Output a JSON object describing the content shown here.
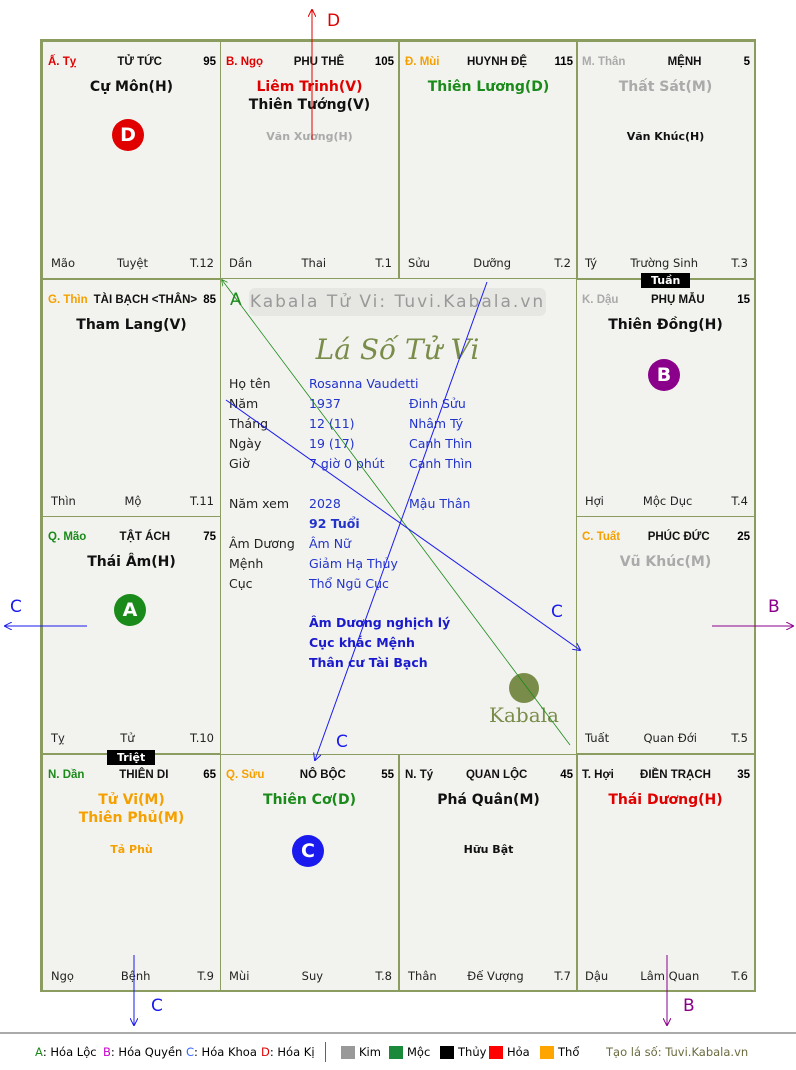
{
  "palaces": [
    {
      "can": "Ấ. Tỵ",
      "can_color": "#e00000",
      "name": "TỬ TỨC",
      "num": "95",
      "stars": [
        {
          "t": "Cự Môn(H)",
          "c": "#111"
        }
      ],
      "minor": "",
      "minor_color": "#111",
      "branch": "Mão",
      "stage": "Tuyệt",
      "month": "T.12"
    },
    {
      "can": "B. Ngọ",
      "can_color": "#e00000",
      "name": "PHU THÊ",
      "num": "105",
      "stars": [
        {
          "t": "Liêm Trinh(V)",
          "c": "#e00000"
        },
        {
          "t": "Thiên Tướng(V)",
          "c": "#111"
        }
      ],
      "minor": "Văn Xương(H)",
      "minor_color": "#aaa",
      "branch": "Dần",
      "stage": "Thai",
      "month": "T.1"
    },
    {
      "can": "Đ. Mùi",
      "can_color": "#f5a000",
      "name": "HUYNH ĐỆ",
      "num": "115",
      "stars": [
        {
          "t": "Thiên Lương(D)",
          "c": "#1a8a1a"
        }
      ],
      "minor": "",
      "minor_color": "#111",
      "branch": "Sửu",
      "stage": "Dưỡng",
      "month": "T.2"
    },
    {
      "can": "M. Thân",
      "can_color": "#aaa",
      "name": "MỆNH",
      "num": "5",
      "stars": [
        {
          "t": "Thất Sát(M)",
          "c": "#aaa"
        }
      ],
      "minor": "Văn Khúc(H)",
      "minor_color": "#111",
      "branch": "Tý",
      "stage": "Trường Sinh",
      "month": "T.3"
    },
    {
      "can": "G. Thìn",
      "can_color": "#f5a000",
      "name": "TÀI BẠCH <THÂN>",
      "num": "85",
      "stars": [
        {
          "t": "Tham Lang(V)",
          "c": "#111"
        }
      ],
      "minor": "",
      "minor_color": "#111",
      "branch": "Thìn",
      "stage": "Mộ",
      "month": "T.11"
    },
    {
      "can": "K. Dậu",
      "can_color": "#aaa",
      "name": "PHỤ MẪU",
      "num": "15",
      "stars": [
        {
          "t": "Thiên Đồng(H)",
          "c": "#111"
        }
      ],
      "minor": "",
      "minor_color": "#111",
      "branch": "Hợi",
      "stage": "Mộc Dục",
      "month": "T.4"
    },
    {
      "can": "Q. Mão",
      "can_color": "#1a8a1a",
      "name": "TẬT ÁCH",
      "num": "75",
      "stars": [
        {
          "t": "Thái Âm(H)",
          "c": "#111"
        }
      ],
      "minor": "",
      "minor_color": "#111",
      "branch": "Tỵ",
      "stage": "Tử",
      "month": "T.10"
    },
    {
      "can": "C. Tuất",
      "can_color": "#f5a000",
      "name": "PHÚC ĐỨC",
      "num": "25",
      "stars": [
        {
          "t": "Vũ Khúc(M)",
          "c": "#aaa"
        }
      ],
      "minor": "",
      "minor_color": "#111",
      "branch": "Tuất",
      "stage": "Quan Đới",
      "month": "T.5"
    },
    {
      "can": "N. Dần",
      "can_color": "#1a8a1a",
      "name": "THIÊN DI",
      "num": "65",
      "stars": [
        {
          "t": "Tử Vi(M)",
          "c": "#f5a000"
        },
        {
          "t": "Thiên Phủ(M)",
          "c": "#f5a000"
        }
      ],
      "minor": "Tả Phù",
      "minor_color": "#f5a000",
      "branch": "Ngọ",
      "stage": "Bệnh",
      "month": "T.9"
    },
    {
      "can": "Q. Sửu",
      "can_color": "#f5a000",
      "name": "NÔ BỘC",
      "num": "55",
      "stars": [
        {
          "t": "Thiên Cơ(D)",
          "c": "#1a8a1a"
        }
      ],
      "minor": "",
      "minor_color": "#111",
      "branch": "Mùi",
      "stage": "Suy",
      "month": "T.8"
    },
    {
      "can": "N. Tý",
      "can_color": "#111",
      "name": "QUAN LỘC",
      "num": "45",
      "stars": [
        {
          "t": "Phá Quân(M)",
          "c": "#111"
        }
      ],
      "minor": "Hữu Bật",
      "minor_color": "#111",
      "branch": "Thân",
      "stage": "Đế Vượng",
      "month": "T.7"
    },
    {
      "can": "T. Hợi",
      "can_color": "#111",
      "name": "ĐIỀN TRẠCH",
      "num": "35",
      "stars": [
        {
          "t": "Thái Dương(H)",
          "c": "#e00000"
        }
      ],
      "minor": "",
      "minor_color": "#111",
      "branch": "Dậu",
      "stage": "Lâm Quan",
      "month": "T.6"
    }
  ],
  "tags": {
    "tuan": "Tuần",
    "triet": "Triệt"
  },
  "center": {
    "watermark": "Kabala Tử Vi: Tuvi.Kabala.vn",
    "title": "Lá Số Tử Vi",
    "rows": [
      {
        "k": "Họ tên",
        "v": "Rosanna Vaudetti",
        "v2": ""
      },
      {
        "k": "Năm",
        "v": "1937",
        "v2": "Đinh Sửu"
      },
      {
        "k": "Tháng",
        "v": "12  (11)",
        "v2": "Nhâm Tý"
      },
      {
        "k": "Ngày",
        "v": "19  (17)",
        "v2": "Canh Thìn"
      },
      {
        "k": "Giờ",
        "v": "7 giờ 0 phút",
        "v2": "Canh Thìn"
      },
      {
        "k": "Năm xem",
        "v": "2028",
        "v2": "Mậu Thân"
      },
      {
        "k": "",
        "v": "92 Tuổi",
        "v2": ""
      },
      {
        "k": "Âm Dương",
        "v": "Âm Nữ",
        "v2": ""
      },
      {
        "k": "Mệnh",
        "v": "Giảm Hạ Thủy",
        "v2": ""
      },
      {
        "k": "Cục",
        "v": "Thổ Ngũ Cục",
        "v2": ""
      }
    ],
    "notes": [
      "Âm Dương nghịch lý",
      "Cục khắc Mệnh",
      "Thân cư Tài Bạch"
    ],
    "logo": "Kabala"
  },
  "markers": {
    "A": "A",
    "B": "B",
    "C": "C",
    "D": "D"
  },
  "colors": {
    "A": "#1a8a1a",
    "B": "#8a008a",
    "C": "#1a1aee",
    "D": "#e00000"
  },
  "legend": {
    "hoa": [
      {
        "k": "A",
        "t": ": Hóa Lộc",
        "c": "#1a8a1a"
      },
      {
        "k": "B",
        "t": ": Hóa Quyền",
        "c": "#cc00cc"
      },
      {
        "k": "C",
        "t": ": Hóa Khoa",
        "c": "#3366ff"
      },
      {
        "k": "D",
        "t": ": Hóa Kị",
        "c": "#e00000"
      }
    ],
    "elements": [
      {
        "t": "Kim",
        "c": "#999999"
      },
      {
        "t": "Mộc",
        "c": "#1a8a3a"
      },
      {
        "t": "Thủy",
        "c": "#000000"
      },
      {
        "t": "Hỏa",
        "c": "#ff0000"
      },
      {
        "t": "Thổ",
        "c": "#ffa500"
      }
    ],
    "credit": "Tạo lá số: Tuvi.Kabala.vn"
  }
}
